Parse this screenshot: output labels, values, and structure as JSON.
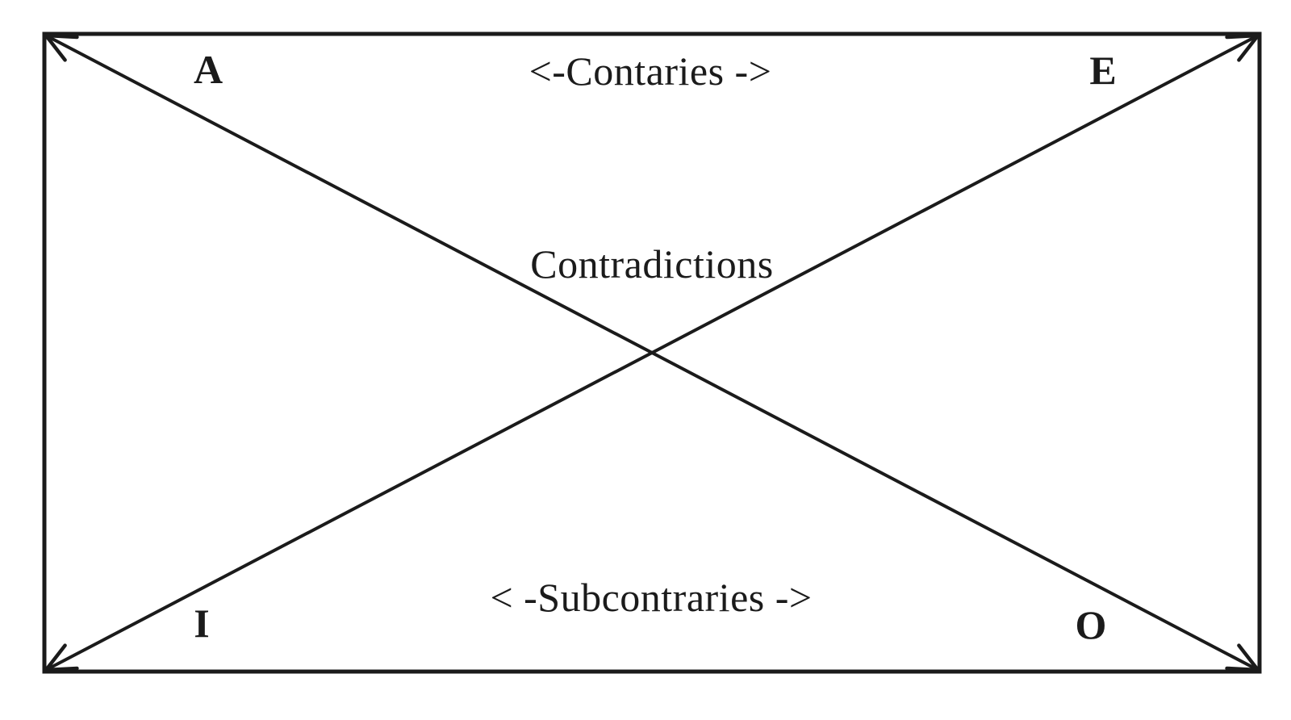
{
  "diagram": {
    "corners": {
      "top_left": "A",
      "top_right": "E",
      "bottom_left": "I",
      "bottom_right": "O"
    },
    "labels": {
      "top": "<-Contaries ->",
      "center": "Contradictions",
      "bottom": "< -Subcontraries ->"
    },
    "colors": {
      "line": "#1b1b1b",
      "background": "#ffffff"
    }
  }
}
